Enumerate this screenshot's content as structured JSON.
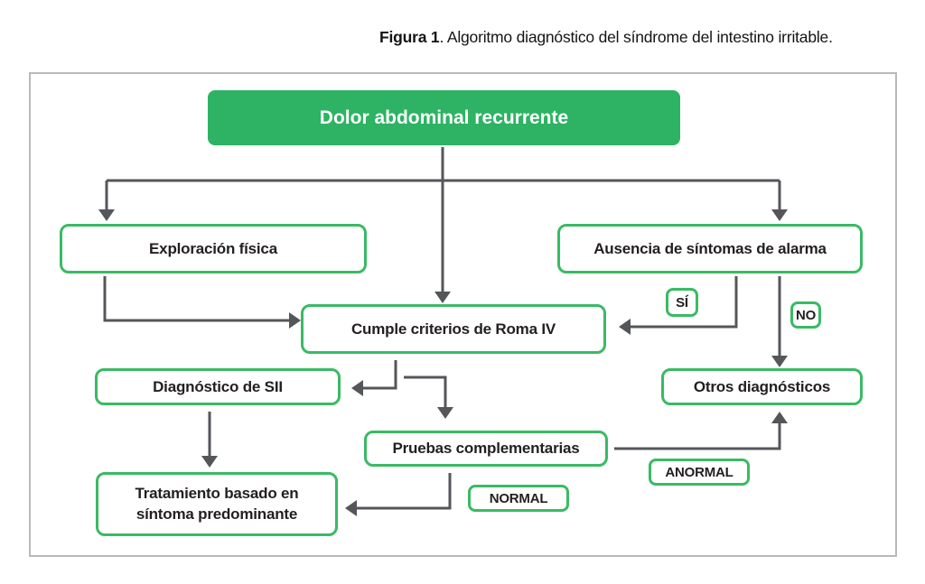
{
  "figure": {
    "caption_bold": "Figura 1",
    "caption_rest": ". Algoritmo diagnóstico del síndrome del intestino irritable."
  },
  "nodes": {
    "root": "Dolor abdominal recurrente",
    "exploracion": "Exploración física",
    "ausencia": "Ausencia de síntomas de alarma",
    "cumple": "Cumple criterios de Roma IV",
    "diagnostico": "Diagnóstico de SII",
    "otros": "Otros diagnósticos",
    "pruebas": "Pruebas complementarias",
    "tratamiento": "Tratamiento basado en\nsíntoma predominante"
  },
  "labels": {
    "si": "SÍ",
    "no": "NO",
    "normal": "NORMAL",
    "anormal": "ANORMAL"
  },
  "colors": {
    "green_fill": "#2db363",
    "green_border": "#3aba64",
    "arrow": "#54565a",
    "text": "#231f20",
    "frame_border": "#b9b9b9"
  }
}
